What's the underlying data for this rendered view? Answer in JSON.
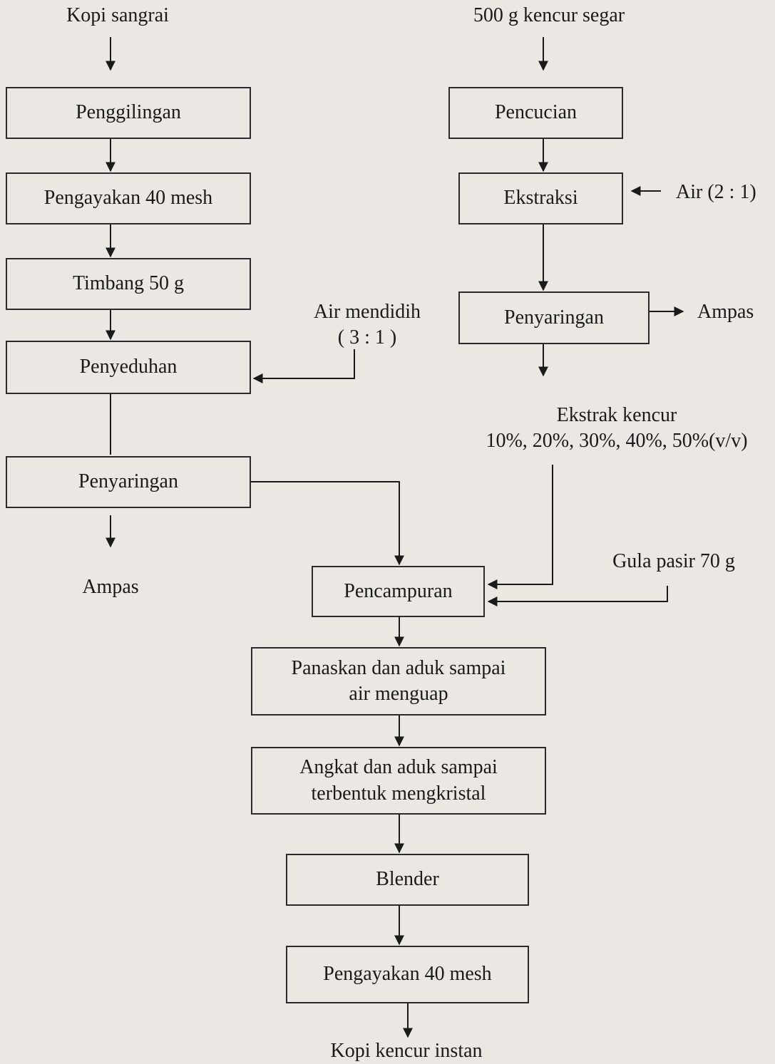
{
  "diagram": {
    "inputs": {
      "coffee": "Kopi sangrai",
      "kencur": "500 g kencur segar"
    },
    "coffee_steps": {
      "grinding": "Penggilingan",
      "sieving": "Pengayakan 40 mesh",
      "weigh": "Timbang 50 g",
      "brewing": "Penyeduhan",
      "filtering": "Penyaringan"
    },
    "kencur_steps": {
      "washing": "Pencucian",
      "extraction": "Ekstraksi",
      "filtering": "Penyaringan"
    },
    "side_labels": {
      "boiling_water": "Air mendidih\n( 3 : 1 )",
      "water_ratio": "Air (2 : 1)",
      "residue_kencur": "Ampas",
      "residue_coffee": "Ampas",
      "kencur_extract": "Ekstrak kencur\n10%, 20%, 30%, 40%, 50%(v/v)",
      "sugar": "Gula pasir 70 g"
    },
    "main_steps": {
      "mixing": "Pencampuran",
      "heat_stir": "Panaskan dan aduk sampai\nair menguap",
      "lift_stir": "Angkat dan aduk sampai\nterbentuk mengkristal",
      "blender": "Blender",
      "sieving": "Pengayakan 40 mesh"
    },
    "output": "Kopi kencur instan"
  }
}
